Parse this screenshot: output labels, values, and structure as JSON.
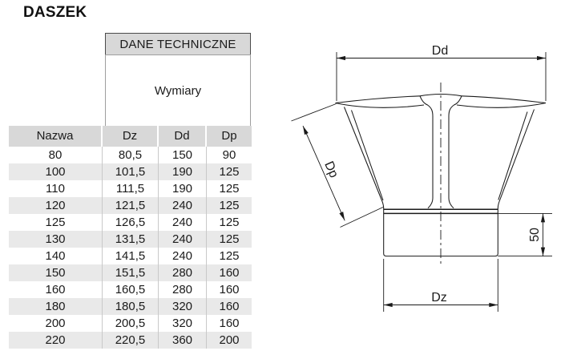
{
  "page": {
    "title": "DASZEK"
  },
  "table": {
    "header_group": "DANE TECHNICZNE",
    "subheader": "Wymiary",
    "columns": [
      "Nazwa",
      "Dz",
      "Dd",
      "Dp"
    ],
    "rows": [
      [
        "80",
        "80,5",
        "150",
        "90"
      ],
      [
        "100",
        "101,5",
        "190",
        "125"
      ],
      [
        "110",
        "111,5",
        "190",
        "125"
      ],
      [
        "120",
        "121,5",
        "240",
        "125"
      ],
      [
        "125",
        "126,5",
        "240",
        "125"
      ],
      [
        "130",
        "131,5",
        "240",
        "125"
      ],
      [
        "140",
        "141,5",
        "240",
        "125"
      ],
      [
        "150",
        "151,5",
        "280",
        "160"
      ],
      [
        "160",
        "160,5",
        "280",
        "160"
      ],
      [
        "180",
        "180,5",
        "320",
        "160"
      ],
      [
        "200",
        "200,5",
        "320",
        "160"
      ],
      [
        "220",
        "220,5",
        "360",
        "200"
      ]
    ]
  },
  "diagram": {
    "labels": {
      "dd": "Dd",
      "dp": "Dp",
      "dz": "Dz",
      "base_height": "50"
    }
  },
  "colors": {
    "header_fill": "#d8d8d8",
    "row_stripe": "#e9e9e9",
    "line": "#1a1a1a"
  }
}
